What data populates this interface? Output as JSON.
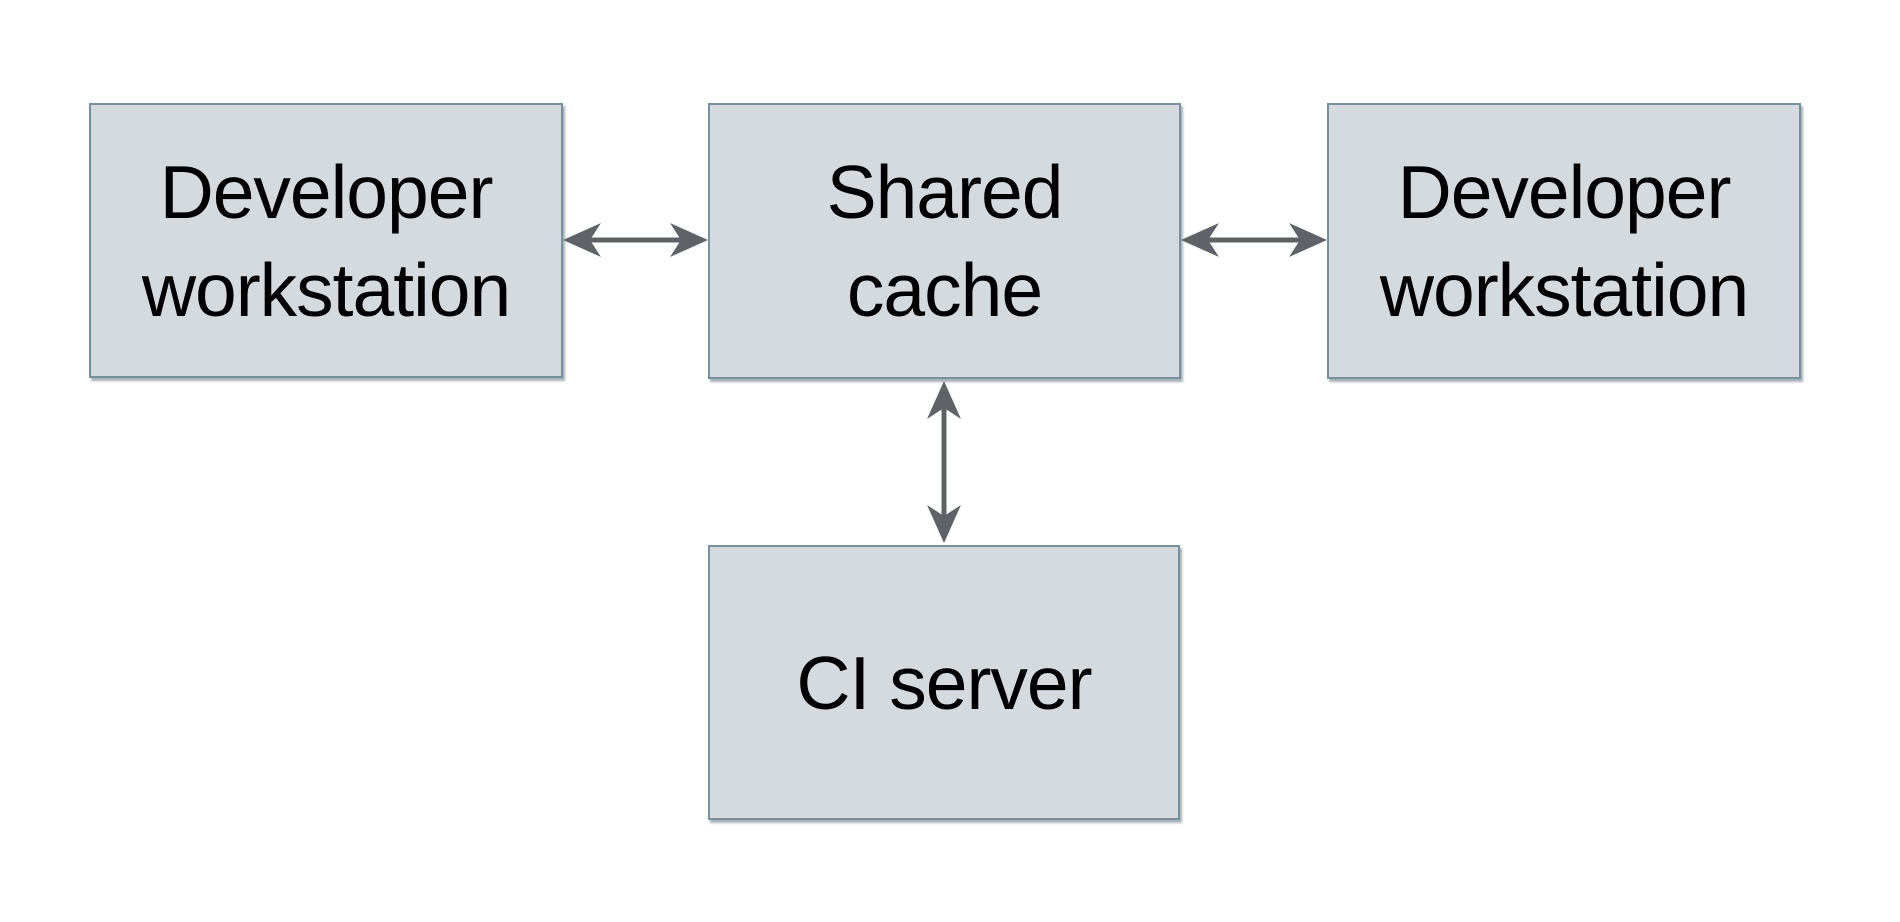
{
  "diagram": {
    "background": "#ffffff",
    "node_fill": "#d4dade",
    "node_border_color": "#78909c",
    "arrow_color": "#5f6368",
    "text_color": "#000000",
    "nodes": [
      {
        "id": "dev-left",
        "label": "Developer workstation",
        "lines": [
          "Developer",
          "workstation"
        ]
      },
      {
        "id": "shared-cache",
        "label": "Shared cache",
        "lines": [
          "Shared",
          "cache"
        ]
      },
      {
        "id": "dev-right",
        "label": "Developer workstation",
        "lines": [
          "Developer",
          "workstation"
        ]
      },
      {
        "id": "ci-server",
        "label": "CI server",
        "lines": [
          "CI server"
        ]
      }
    ],
    "edges": [
      {
        "from": "Developer workstation (left)",
        "to": "Shared cache",
        "direction": "bidirectional"
      },
      {
        "from": "Shared cache",
        "to": "Developer workstation (right)",
        "direction": "bidirectional"
      },
      {
        "from": "Shared cache",
        "to": "CI server",
        "direction": "bidirectional"
      }
    ]
  }
}
